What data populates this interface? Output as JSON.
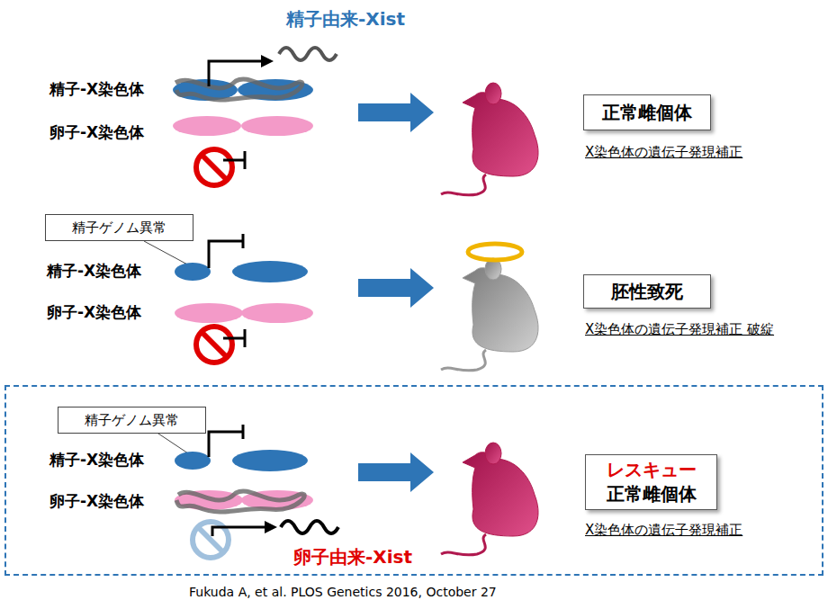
{
  "diagram": {
    "caption": "Fukuda A, et al. PLOS Genetics 2016, October 27",
    "nodes": [
      {
        "text": [
          "正常雌個体"
        ]
      },
      {
        "text": [
          "精子ゲノム異常"
        ]
      },
      {
        "text": [
          "胚性致死"
        ]
      },
      {
        "text": [
          "卵子由来-Xist"
        ]
      },
      {
        "text": [
          "精子ゲノム異常"
        ],
        "in": 3
      },
      {
        "text": [
          "レスキュー",
          "正常雌個体"
        ],
        "in": 3
      }
    ],
    "labels": [
      "精子由来-Xist",
      "精子-X染色体",
      "卵子-X染色体",
      "X染色体の遺伝子発現補正",
      "精子-X染色体",
      "卵子-X染色体",
      "X染色体の遺伝子発現補正 破綻",
      "精子-X染色体",
      "卵子-X染色体",
      "X染色体の遺伝子発現補正"
    ]
  }
}
